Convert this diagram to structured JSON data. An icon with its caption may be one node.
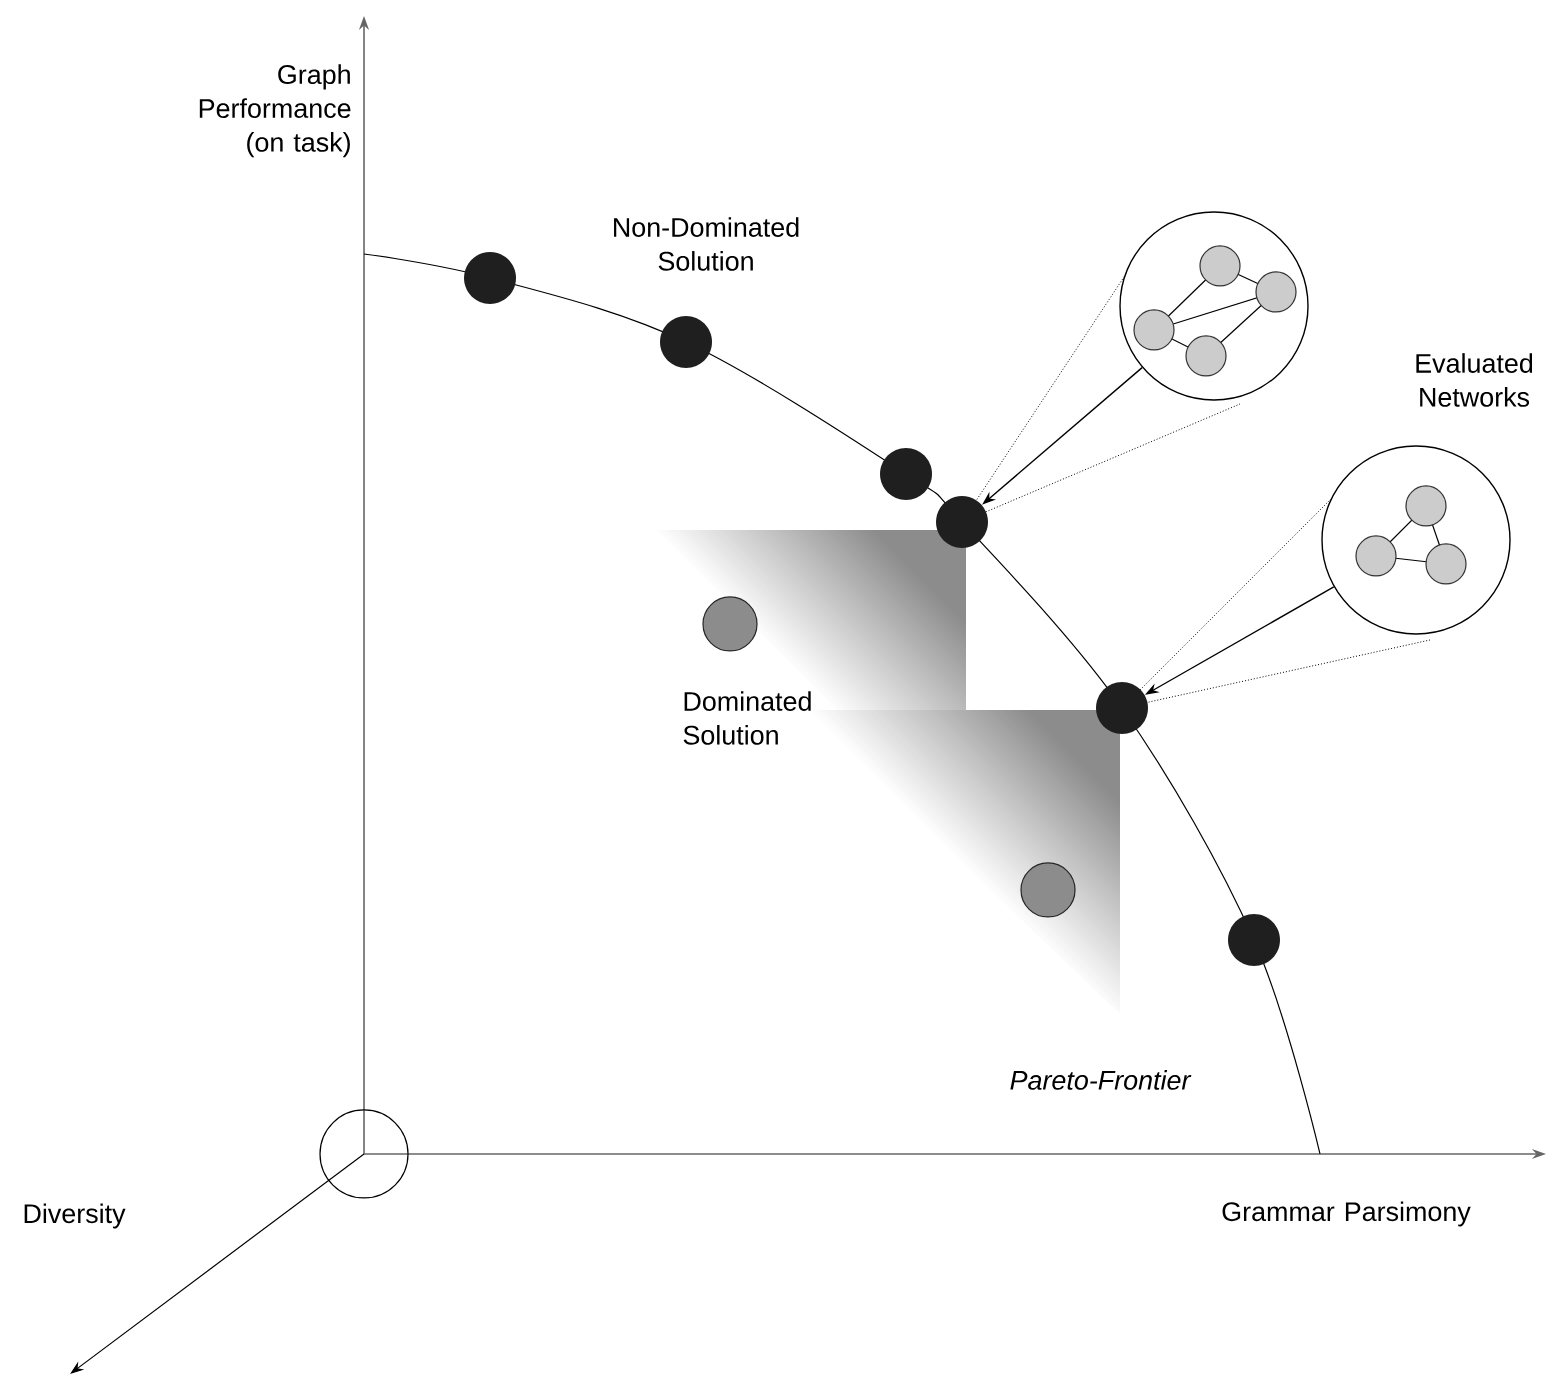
{
  "diagram": {
    "nodes": [
      {
        "text": [],
        "shape": "circle"
      },
      {
        "text": [],
        "shape": "circle"
      },
      {
        "text": [],
        "shape": "circle"
      },
      {
        "text": [],
        "shape": "circle"
      },
      {
        "text": [],
        "shape": "circle"
      },
      {
        "text": [],
        "shape": "circle"
      },
      {
        "text": [],
        "shape": "circle"
      },
      {
        "text": [],
        "shape": "circle"
      },
      {
        "text": [],
        "shape": "circle"
      },
      {
        "text": [],
        "shape": "circle"
      }
    ],
    "edges": [
      {
        "from": 1,
        "to": 4,
        "arrow": "to"
      },
      {
        "from": 5,
        "to": 7,
        "arrow": "to"
      }
    ],
    "labels": [
      "Graph Performance (on task)",
      "Non-Dominated Solution",
      "Evaluated Networks",
      "Dominated Solution",
      "Pareto-Frontier",
      "Diversity",
      "Grammar Parsimony"
    ]
  }
}
